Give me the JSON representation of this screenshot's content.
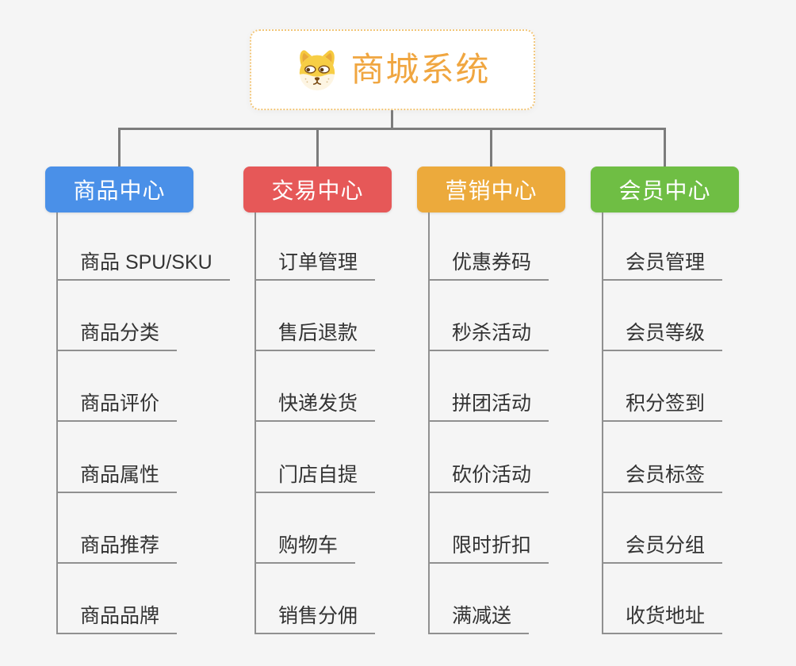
{
  "canvas": {
    "background": "#f5f5f5"
  },
  "root": {
    "title": "商城系统",
    "title_color": "#f0a640",
    "border_color": "#f2c679",
    "icon": "shiba-dog-face-icon"
  },
  "connectors": {
    "tree_line_color": "#7c7c7c",
    "leaf_line_color": "#909090"
  },
  "branches": [
    {
      "label": "商品中心",
      "color": "#4a90e8",
      "items": [
        "商品 SPU/SKU",
        "商品分类",
        "商品评价",
        "商品属性",
        "商品推荐",
        "商品品牌"
      ]
    },
    {
      "label": "交易中心",
      "color": "#e65858",
      "items": [
        "订单管理",
        "售后退款",
        "快递发货",
        "门店自提",
        "购物车",
        "销售分佣"
      ]
    },
    {
      "label": "营销中心",
      "color": "#ecaa3c",
      "items": [
        "优惠券码",
        "秒杀活动",
        "拼团活动",
        "砍价活动",
        "限时折扣",
        "满减送"
      ]
    },
    {
      "label": "会员中心",
      "color": "#6fbe44",
      "items": [
        "会员管理",
        "会员等级",
        "积分签到",
        "会员标签",
        "会员分组",
        "收货地址"
      ]
    }
  ]
}
